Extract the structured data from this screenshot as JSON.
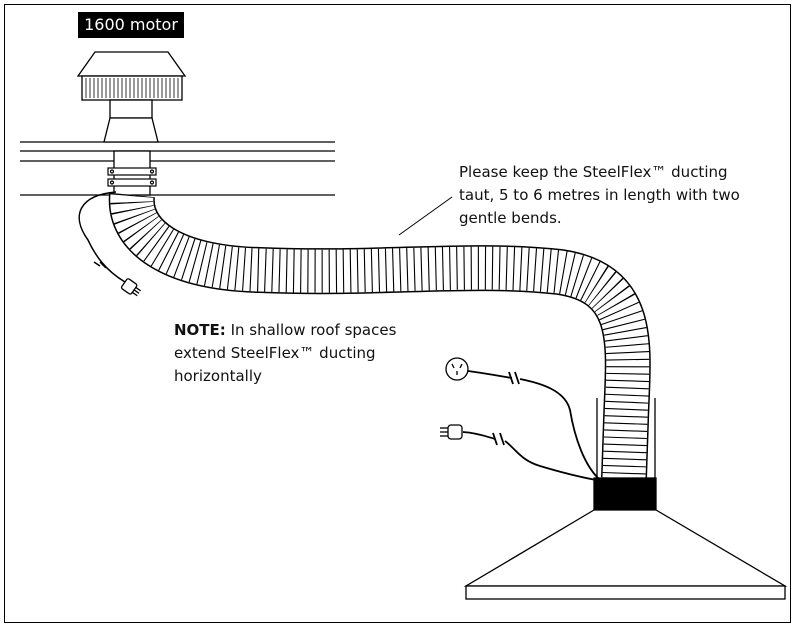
{
  "motor": {
    "label": "1600 motor"
  },
  "callout": {
    "line1": "Please keep the SteelFlex™ ducting",
    "line2": "taut, 5 to 6 metres in length with two",
    "line3": "gentle bends."
  },
  "note": {
    "heading": "NOTE:",
    "line1_rest": " In shallow roof spaces",
    "line2": "extend SteelFlex™ ducting",
    "line3": "horizontally"
  }
}
